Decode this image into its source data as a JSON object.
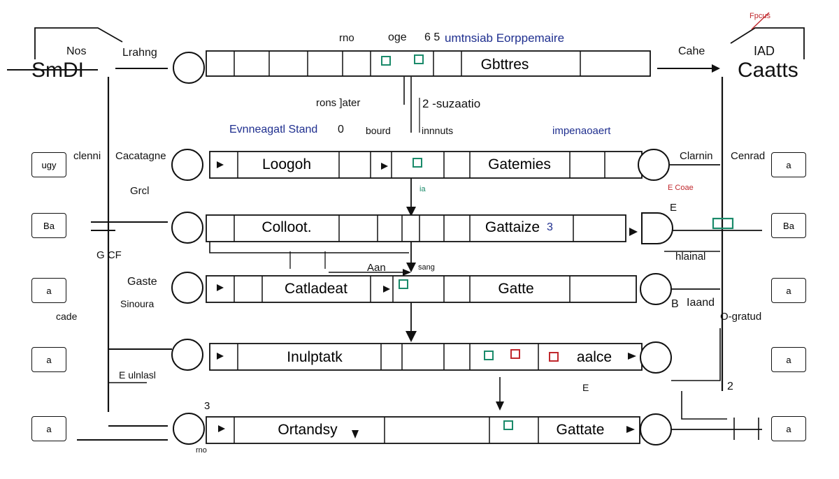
{
  "header": {
    "top_left_title": "SmDI",
    "top_left_small": "Nos",
    "top_left_label": "Lrahng",
    "top_right_title": "Caatts",
    "top_right_small": "IAD",
    "top_right_label": "Cahe",
    "top_right_red": "Fpcus",
    "top_center_blue": "umtnsiab  Eorppemaire",
    "top_center_a": "rno",
    "top_center_b": "oge",
    "top_center_c": "6 5"
  },
  "rows": [
    {
      "id": "row1",
      "main": "Gbttres",
      "left_label": "",
      "right_label": ""
    },
    {
      "id": "row2",
      "main": "Loogoh",
      "secondary": "Gatemies",
      "left_label": "Cacatagne",
      "right_label": "Clarnin"
    },
    {
      "id": "row3",
      "main": "Colloot.",
      "secondary": "Gattaize",
      "secondary_suffix": "3",
      "left_label": "Grcl",
      "right_label": "E"
    },
    {
      "id": "row4",
      "main": "Catladeat",
      "secondary": "Gatte",
      "left_label": "Gaste",
      "right_label": "Iaand"
    },
    {
      "id": "row5",
      "main": "Inulptatk",
      "secondary": "aalce",
      "left_label": "E ulnlasl",
      "right_label": "O-gratud"
    },
    {
      "id": "row6",
      "main": "Ortandsy",
      "secondary": "Gattate",
      "left_label": "3",
      "right_label": ""
    }
  ],
  "annotations": {
    "rons_later": "rons ]ater",
    "suzaatio": "2 -suzaatio",
    "ev_blue": "Evnneagatl  Stand",
    "ev_zero": "0",
    "bourd": "bourd",
    "innnuts": "innnuts",
    "impenaoaert": "impenaoaert",
    "clenni": "clenni",
    "cenrad": "Cenrad",
    "red_coae": "E Coae",
    "gcr": "G  CF",
    "sinoura": "Sinoura",
    "cade": "cade",
    "hlainal": "hlainal",
    "aam": "Aan",
    "sang": "sang",
    "b_iand": "B",
    "two": "2",
    "e_mid": "E",
    "ia": "ia",
    "rno_bottom": "rno"
  },
  "side_boxes_left": [
    "ugy",
    "Ba",
    "a",
    "a",
    "a"
  ],
  "side_boxes_right": [
    "a",
    "Ba",
    "a",
    "a",
    "a"
  ]
}
